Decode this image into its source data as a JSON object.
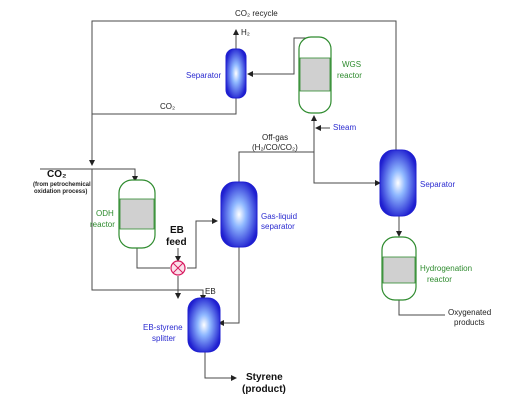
{
  "labels": {
    "co2_recycle": "CO₂ recycle",
    "h2": "H₂",
    "separator_top": "Separator",
    "wgs_reactor_l1": "WGS",
    "wgs_reactor_l2": "reactor",
    "co2_mid": "CO₂",
    "steam": "Steam",
    "offgas_l1": "Off-gas",
    "offgas_l2": "(H₂/CO/CO₂)",
    "co2_feed": "CO₂",
    "co2_source_l1": "(from petrochemical",
    "co2_source_l2": "oxidation process)",
    "odh_reactor_l1": "ODH",
    "odh_reactor_l2": "reactor",
    "eb_feed_l1": "EB",
    "eb_feed_l2": "feed",
    "gas_liquid_l1": "Gas-liquid",
    "gas_liquid_l2": "separator",
    "separator_right": "Separator",
    "eb": "EB",
    "hydrogenation_l1": "Hydrogenation",
    "hydrogenation_l2": "reactor",
    "oxygenated_l1": "Oxygenated",
    "oxygenated_l2": "products",
    "splitter_l1": "EB-styrene",
    "splitter_l2": "splitter",
    "styrene_l1": "Styrene",
    "styrene_l2": "(product)"
  },
  "colors": {
    "vessel_blue": "#1f1fd0",
    "vessel_light": "#d8e8ff",
    "reactor_green": "#2e8b2e",
    "reactor_fill": "#d0d0d0",
    "heat_exchanger": "#d81b60"
  }
}
